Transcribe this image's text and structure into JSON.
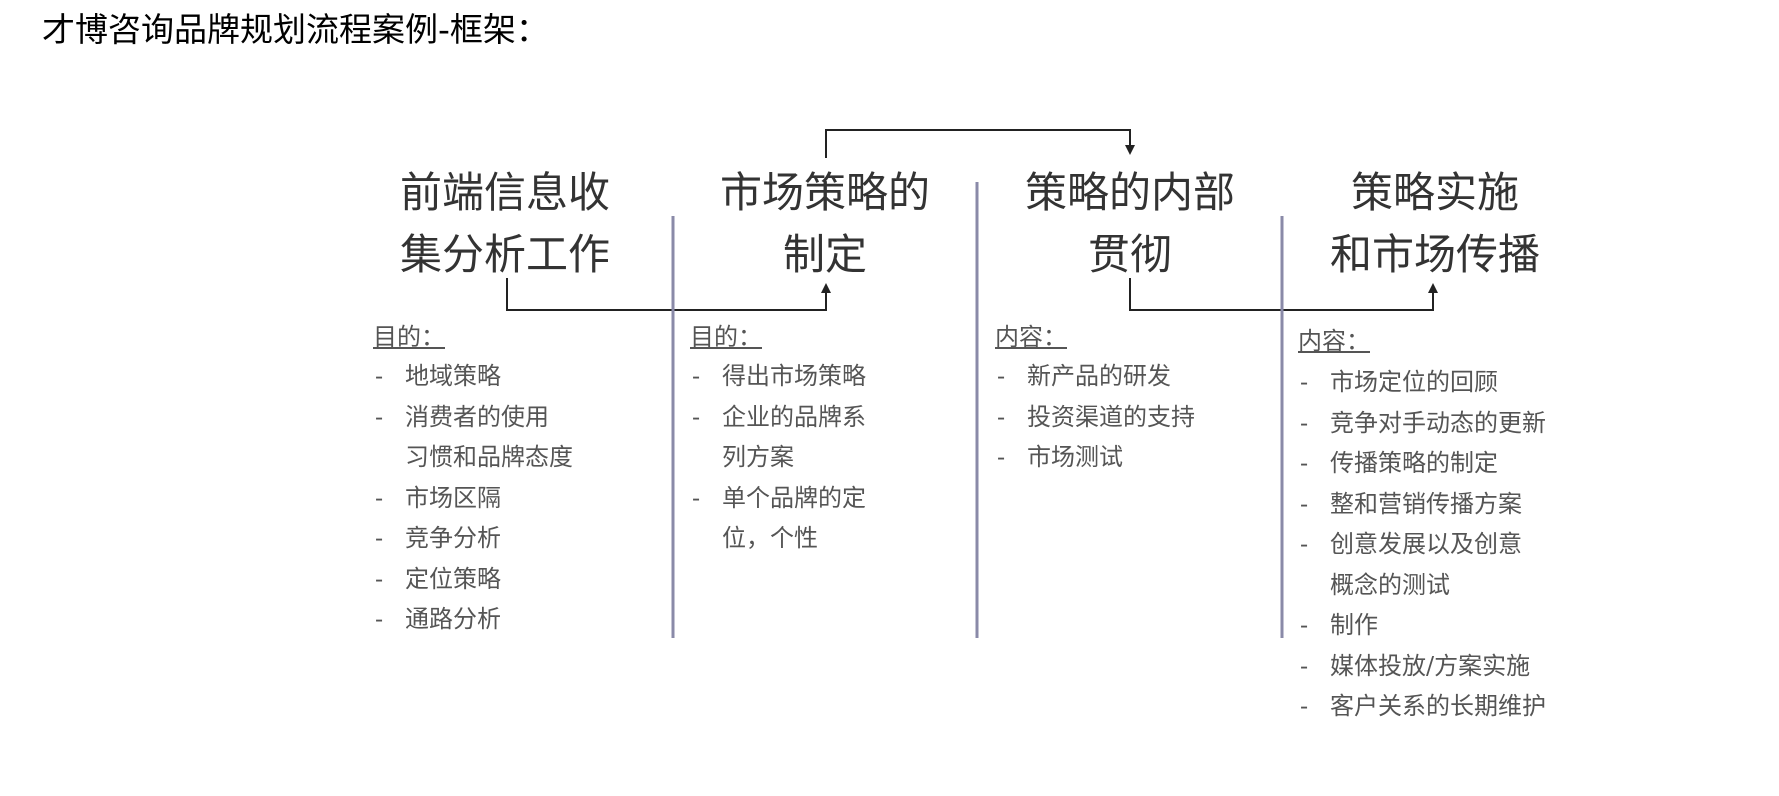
{
  "page": {
    "title": "才博咨询品牌规划流程案例-框架："
  },
  "colors": {
    "connector": "#222222",
    "divider": "#8a8aa8",
    "heading": "#333333",
    "body_text": "#555555"
  },
  "columns": [
    {
      "heading_lines": [
        "前端信息收",
        "集分析工作"
      ],
      "section_label": "目的：",
      "items": [
        [
          "地域策略"
        ],
        [
          "消费者的使用",
          "习惯和品牌态度"
        ],
        [
          "市场区隔"
        ],
        [
          "竞争分析"
        ],
        [
          "定位策略"
        ],
        [
          "通路分析"
        ]
      ]
    },
    {
      "heading_lines": [
        "市场策略的",
        "制定"
      ],
      "section_label": "目的：",
      "items": [
        [
          "得出市场策略"
        ],
        [
          "企业的品牌系",
          "列方案"
        ],
        [
          "单个品牌的定",
          "位，个性"
        ]
      ]
    },
    {
      "heading_lines": [
        "策略的内部",
        "贯彻"
      ],
      "section_label": "内容：",
      "items": [
        [
          "新产品的研发"
        ],
        [
          "投资渠道的支持"
        ],
        [
          "市场测试"
        ]
      ]
    },
    {
      "heading_lines": [
        "策略实施",
        "和市场传播"
      ],
      "section_label": "内容：",
      "items": [
        [
          "市场定位的回顾"
        ],
        [
          "竞争对手动态的更新"
        ],
        [
          "传播策略的制定"
        ],
        [
          "整和营销传播方案"
        ],
        [
          "创意发展以及创意",
          "概念的测试"
        ],
        [
          "制作"
        ],
        [
          "媒体投放/方案实施"
        ],
        [
          "客户关系的长期维护"
        ]
      ]
    }
  ]
}
